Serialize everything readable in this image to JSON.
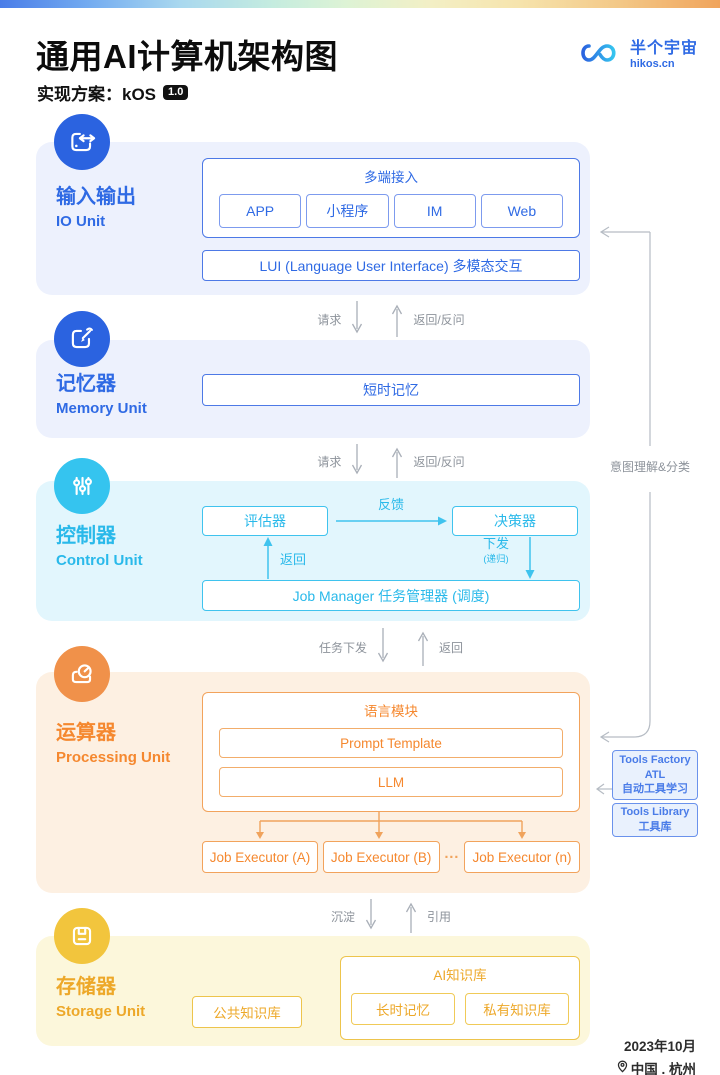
{
  "header": {
    "title": "通用AI计算机架构图",
    "plan_label": "实现方案：kOS",
    "version": "1.0"
  },
  "logo": {
    "brand": "半个宇宙",
    "site": "hikos.cn"
  },
  "colors": {
    "blue": "#2F6AE4",
    "cyan": "#29B9EA",
    "orange": "#F5882F",
    "yellow": "#EDA829",
    "panel_blue": "#EDF1FD",
    "panel_cyan": "#E2F6FD",
    "panel_orange": "#FDF0E2",
    "panel_yellow": "#FCF7DB",
    "connector_gray": "#A9AFB8"
  },
  "io_unit": {
    "label_zh": "输入输出",
    "label_en": "IO Unit",
    "multi_access_title": "多端接入",
    "channels": [
      "APP",
      "小程序",
      "IM",
      "Web"
    ],
    "lui": "LUI (Language User Interface) 多模态交互"
  },
  "memory_unit": {
    "label_zh": "记忆器",
    "label_en": "Memory Unit",
    "short_term_memory": "短时记忆"
  },
  "control_unit": {
    "label_zh": "控制器",
    "label_en": "Control Unit",
    "evaluator": "评估器",
    "decider": "决策器",
    "feedback": "反馈",
    "return_label": "返回",
    "dispatch": "下发",
    "dispatch_note": "(递归)",
    "job_manager": "Job Manager 任务管理器 (调度)"
  },
  "processing_unit": {
    "label_zh": "运算器",
    "label_en": "Processing Unit",
    "language_module": "语言模块",
    "prompt_template": "Prompt Template",
    "llm": "LLM",
    "executor_a": "Job Executor (A)",
    "executor_b": "Job Executor (B)",
    "ellipsis": "···",
    "executor_n": "Job Executor (n)"
  },
  "storage_unit": {
    "label_zh": "存储器",
    "label_en": "Storage Unit",
    "public_kb": "公共知识库",
    "ai_kb_title": "AI知识库",
    "long_term_memory": "长时记忆",
    "private_kb": "私有知识库"
  },
  "connectors": {
    "io_memory": {
      "down": "请求",
      "up": "返回/反问"
    },
    "memory_control": {
      "down": "请求",
      "up": "返回/反问"
    },
    "control_processing": {
      "down": "任务下发",
      "up": "返回"
    },
    "processing_storage": {
      "down": "沉淀",
      "up": "引用"
    }
  },
  "right_rail": {
    "label": "意图理解&分类"
  },
  "tools": {
    "factory_line1": "Tools Factory",
    "factory_line2": "ATL",
    "factory_line3": "自动工具学习",
    "library_line1": "Tools Library",
    "library_line2": "工具库"
  },
  "footer": {
    "date": "2023年10月",
    "location": "中国 . 杭州"
  }
}
